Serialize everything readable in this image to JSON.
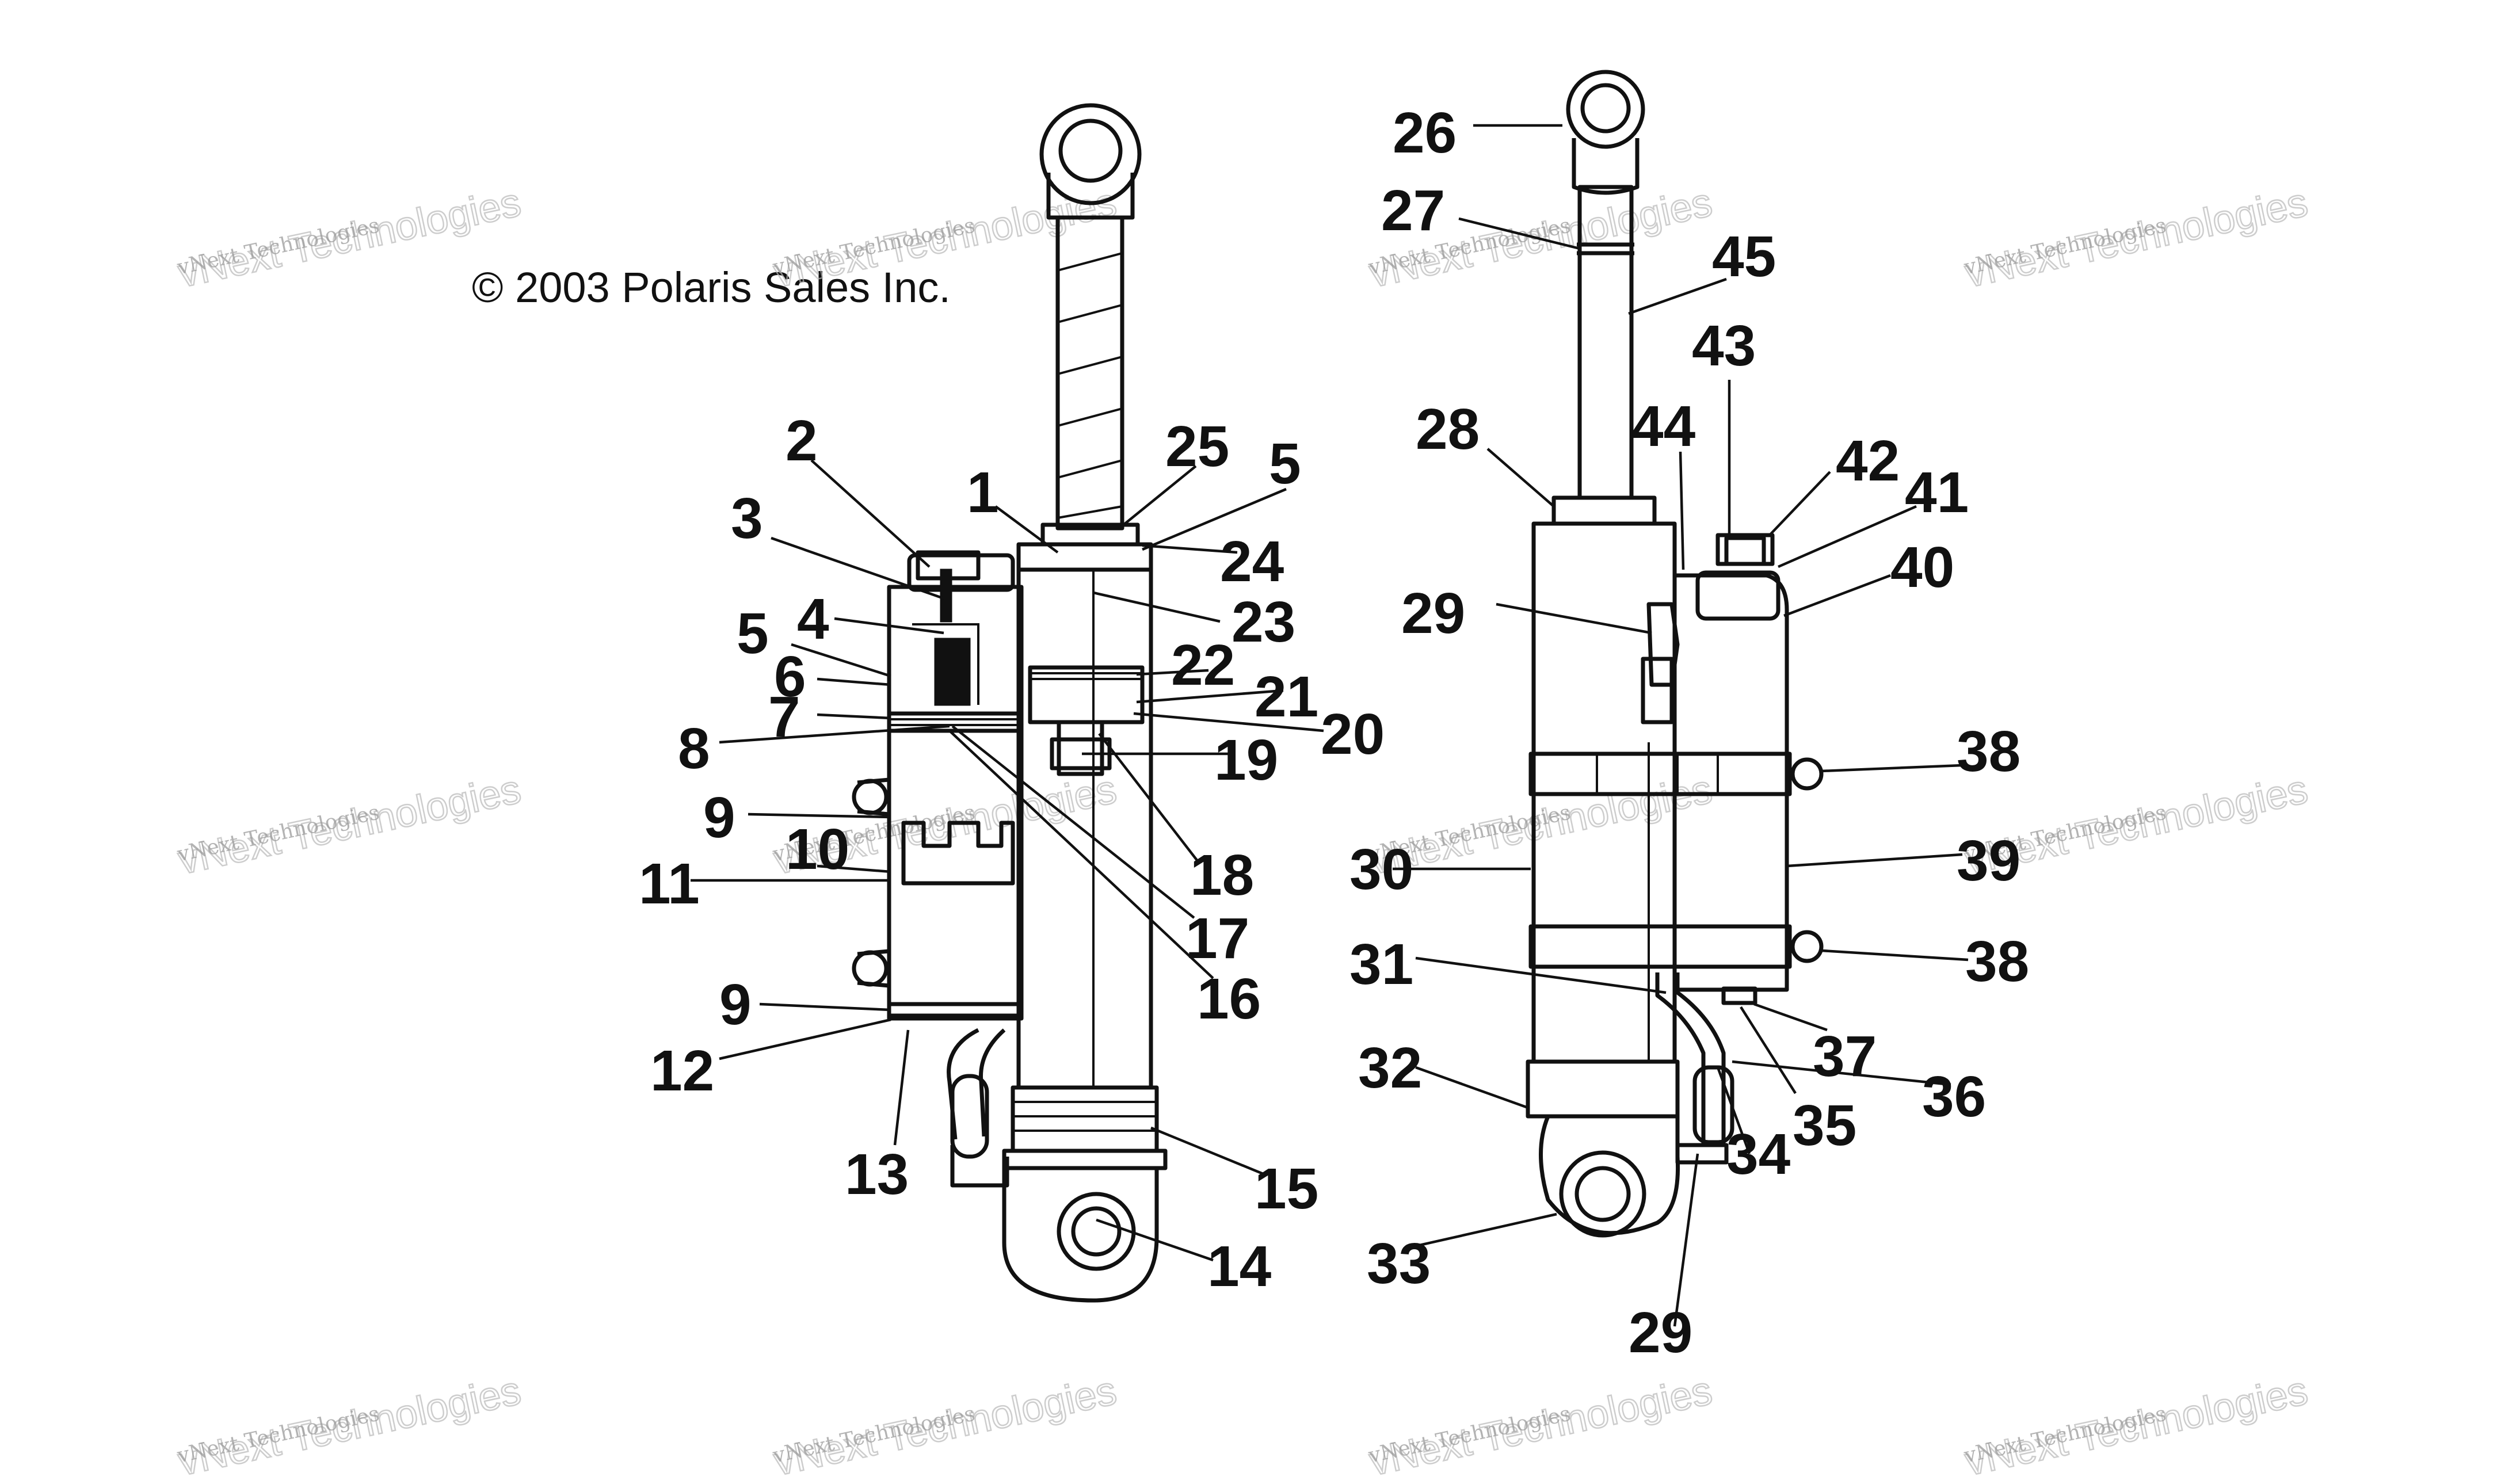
{
  "copyright": "© 2003 Polaris Sales Inc.",
  "watermark": {
    "line1": "vNext Technologies",
    "line2": "vNext Technologies"
  },
  "callouts": [
    "1",
    "2",
    "3",
    "4",
    "5",
    "5",
    "6",
    "7",
    "8",
    "9",
    "9",
    "10",
    "11",
    "12",
    "13",
    "14",
    "15",
    "16",
    "17",
    "18",
    "19",
    "20",
    "21",
    "22",
    "23",
    "24",
    "25",
    "26",
    "27",
    "28",
    "29",
    "29",
    "30",
    "31",
    "32",
    "33",
    "34",
    "35",
    "36",
    "37",
    "38",
    "38",
    "39",
    "40",
    "41",
    "42",
    "43",
    "44",
    "45"
  ],
  "colors": {
    "ink": "#111111",
    "watermark": "#9a9a9a",
    "background": "#ffffff"
  }
}
